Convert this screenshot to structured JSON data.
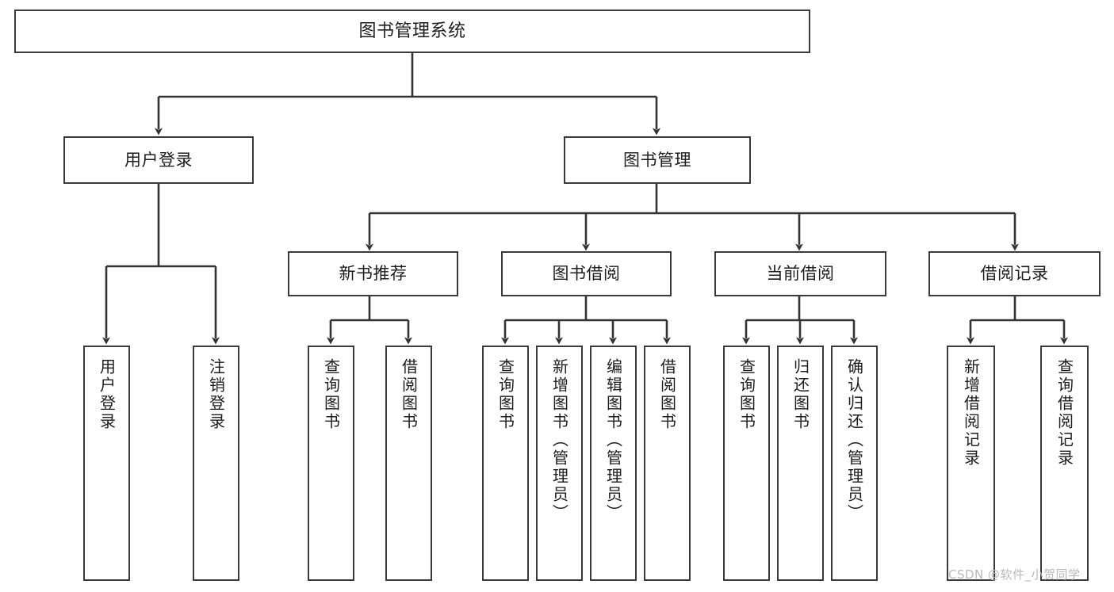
{
  "diagram": {
    "title": "图书管理系统",
    "type": "功能结构图",
    "watermark": "CSDN @软件_小贺同学",
    "colors": {
      "box_border": "#3a3a3a",
      "box_fill": "#ffffff",
      "connector": "#333333",
      "text": "#1d1d1d",
      "watermark": "#b9b9b9",
      "background": "#ffffff"
    },
    "nodes": {
      "root": {
        "label": "图书管理系统"
      },
      "level1": [
        {
          "label": "用户登录"
        },
        {
          "label": "图书管理"
        }
      ],
      "level2": [
        {
          "label": "新书推荐"
        },
        {
          "label": "图书借阅"
        },
        {
          "label": "当前借阅"
        },
        {
          "label": "借阅记录"
        }
      ],
      "leaves": {
        "user_login": [
          {
            "label": "用户登录"
          },
          {
            "label": "注销登录"
          }
        ],
        "new_book_recommend": [
          {
            "label": "查询图书"
          },
          {
            "label": "借阅图书"
          }
        ],
        "book_borrow": [
          {
            "label": "查询图书"
          },
          {
            "label": "新增图书（管理员）"
          },
          {
            "label": "编辑图书（管理员）"
          },
          {
            "label": "借阅图书"
          }
        ],
        "current_borrow": [
          {
            "label": "查询图书"
          },
          {
            "label": "归还图书"
          },
          {
            "label": "确认归还（管理员）"
          }
        ],
        "borrow_record": [
          {
            "label": "新增借阅记录"
          },
          {
            "label": "查询借阅记录"
          }
        ]
      }
    }
  }
}
